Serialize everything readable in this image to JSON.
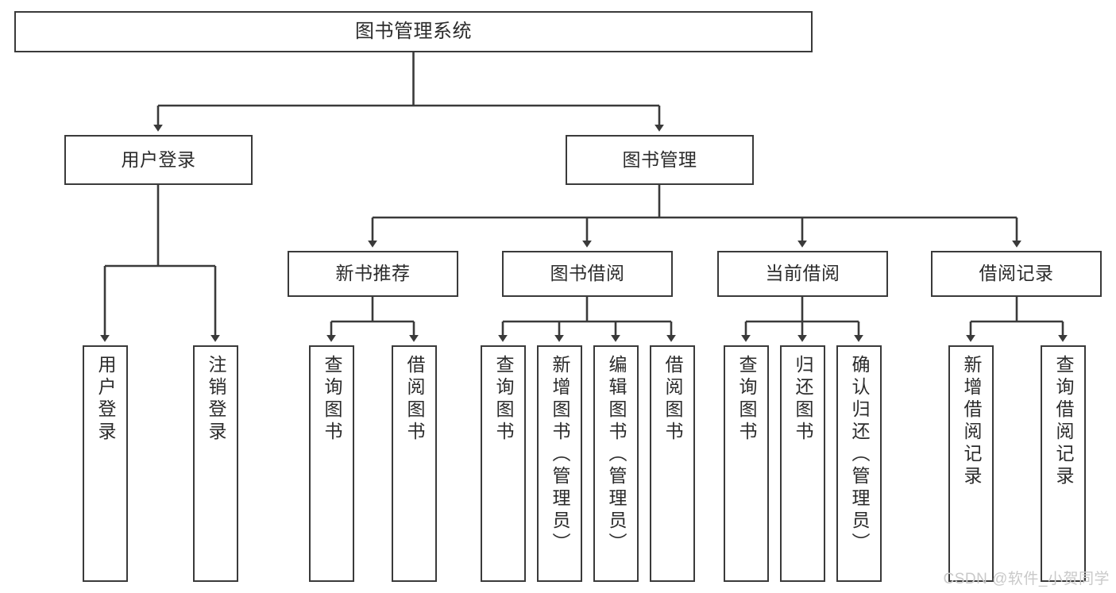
{
  "diagram": {
    "title": "图书管理系统",
    "type": "tree-hierarchy",
    "watermark": "CSDN @软件_小贺同学",
    "colors": {
      "stroke": "#3a3a3a",
      "fill": "#ffffff",
      "text": "#2b2b2b",
      "watermark": "#c9c9c9"
    },
    "levels": {
      "level1": [
        {
          "id": "root",
          "label": "图书管理系统"
        }
      ],
      "level2": [
        {
          "id": "user-login",
          "label": "用户登录",
          "parent": "root"
        },
        {
          "id": "book-manage",
          "label": "图书管理",
          "parent": "root"
        }
      ],
      "level3": [
        {
          "id": "new-book-rec",
          "label": "新书推荐",
          "parent": "book-manage"
        },
        {
          "id": "book-borrow",
          "label": "图书借阅",
          "parent": "book-manage"
        },
        {
          "id": "current-borrow",
          "label": "当前借阅",
          "parent": "book-manage"
        },
        {
          "id": "borrow-record",
          "label": "借阅记录",
          "parent": "book-manage"
        }
      ],
      "level4": [
        {
          "id": "leaf-user-login",
          "label": "用户登录",
          "parent": "user-login"
        },
        {
          "id": "leaf-logout",
          "label": "注销登录",
          "parent": "user-login"
        },
        {
          "id": "leaf-query-book-1",
          "label": "查询图书",
          "parent": "new-book-rec"
        },
        {
          "id": "leaf-borrow-book-1",
          "label": "借阅图书",
          "parent": "new-book-rec"
        },
        {
          "id": "leaf-query-book-2",
          "label": "查询图书",
          "parent": "book-borrow"
        },
        {
          "id": "leaf-add-book",
          "label": "新增图书（管理员）",
          "parent": "book-borrow"
        },
        {
          "id": "leaf-edit-book",
          "label": "编辑图书（管理员）",
          "parent": "book-borrow"
        },
        {
          "id": "leaf-borrow-book-2",
          "label": "借阅图书",
          "parent": "book-borrow"
        },
        {
          "id": "leaf-query-book-3",
          "label": "查询图书",
          "parent": "current-borrow"
        },
        {
          "id": "leaf-return-book",
          "label": "归还图书",
          "parent": "current-borrow"
        },
        {
          "id": "leaf-confirm-return",
          "label": "确认归还（管理员）",
          "parent": "current-borrow"
        },
        {
          "id": "leaf-add-record",
          "label": "新增借阅记录",
          "parent": "borrow-record"
        },
        {
          "id": "leaf-query-record",
          "label": "查询借阅记录",
          "parent": "borrow-record"
        }
      ]
    }
  }
}
